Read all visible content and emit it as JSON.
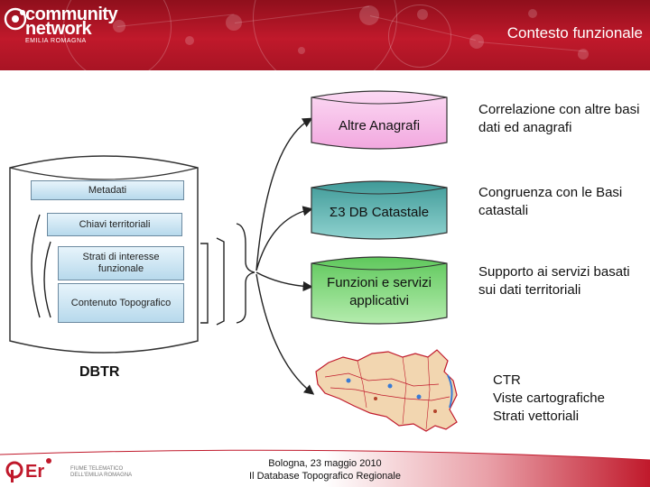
{
  "header": {
    "logo_line1": "community",
    "logo_line2": "network",
    "logo_sub": "EMILIA ROMAGNA",
    "title": "Contesto funzionale"
  },
  "dbtr": {
    "label": "DBTR",
    "layers": [
      "Metadati",
      "Chiavi territoriali",
      "Strati di interesse funzionale",
      "Contenuto Topografico"
    ]
  },
  "targets": [
    {
      "label": "Altre Anagrafi",
      "description": "Correlazione con altre basi dati ed anagrafi"
    },
    {
      "label": "Σ3 DB Catastale",
      "description": "Congruenza con le Basi catastali"
    },
    {
      "label": "Funzioni e servizi applicativi",
      "description": "Supporto ai servizi basati sui dati territoriali"
    }
  ],
  "map_block": {
    "description_lines": [
      "CTR",
      "Viste cartografiche",
      "Strati vettoriali"
    ]
  },
  "footer": {
    "line1": "Bologna, 23 maggio 2010",
    "line2": "Il Database Topografico Regionale",
    "pier_sub1": "FIUME TELEMATICO",
    "pier_sub2": "DELL'EMILIA ROMAGNA"
  },
  "colors": {
    "header_red": "#c0192b",
    "cyl_pink": "#f4b8e4",
    "cyl_teal": "#4fa6a4",
    "cyl_green": "#8fdc8a",
    "layer_blue": "#b7d9ec"
  }
}
